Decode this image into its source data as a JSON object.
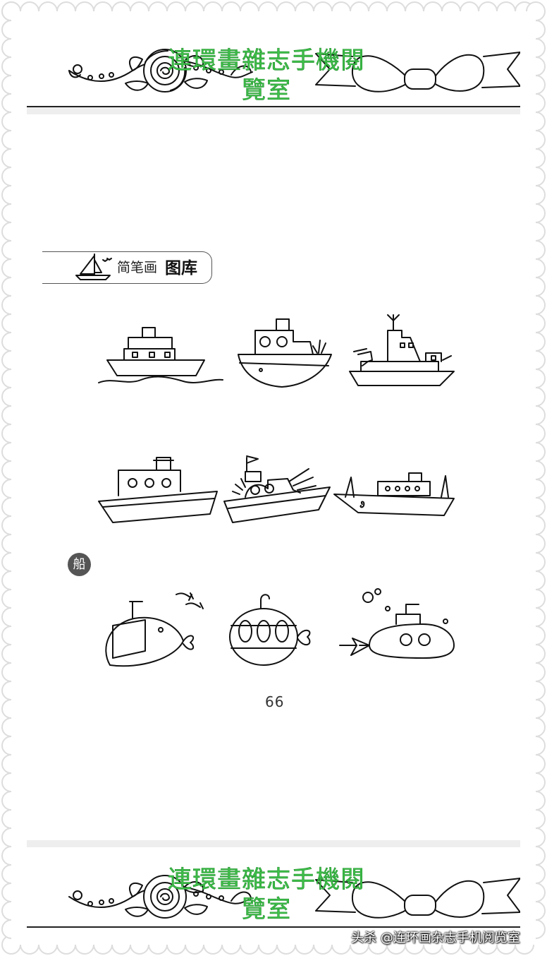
{
  "header": {
    "title_line1": "連環畫雜志手機閱",
    "title_line2": "覽室"
  },
  "section_tag": {
    "text": "简笔画",
    "bold_text": "图库"
  },
  "category_badge": "船",
  "page_number": "66",
  "footer": {
    "title_line1": "連環畫雜志手機閱",
    "title_line2": "覽室"
  },
  "watermark": "头杀 @连环画杂志手机阅览室",
  "colors": {
    "title_green": "#3fbf4a",
    "badge_gray": "#555555",
    "frame_gray": "#dddddd"
  },
  "drawings": {
    "row1": [
      "ship-icon",
      "tugboat-icon",
      "warship-icon"
    ],
    "row2": [
      "steamship-icon",
      "gunboat-icon",
      "cargo-ship-icon"
    ],
    "row3": [
      "submarine-icon",
      "round-submarine-icon",
      "submarine-icon"
    ]
  }
}
